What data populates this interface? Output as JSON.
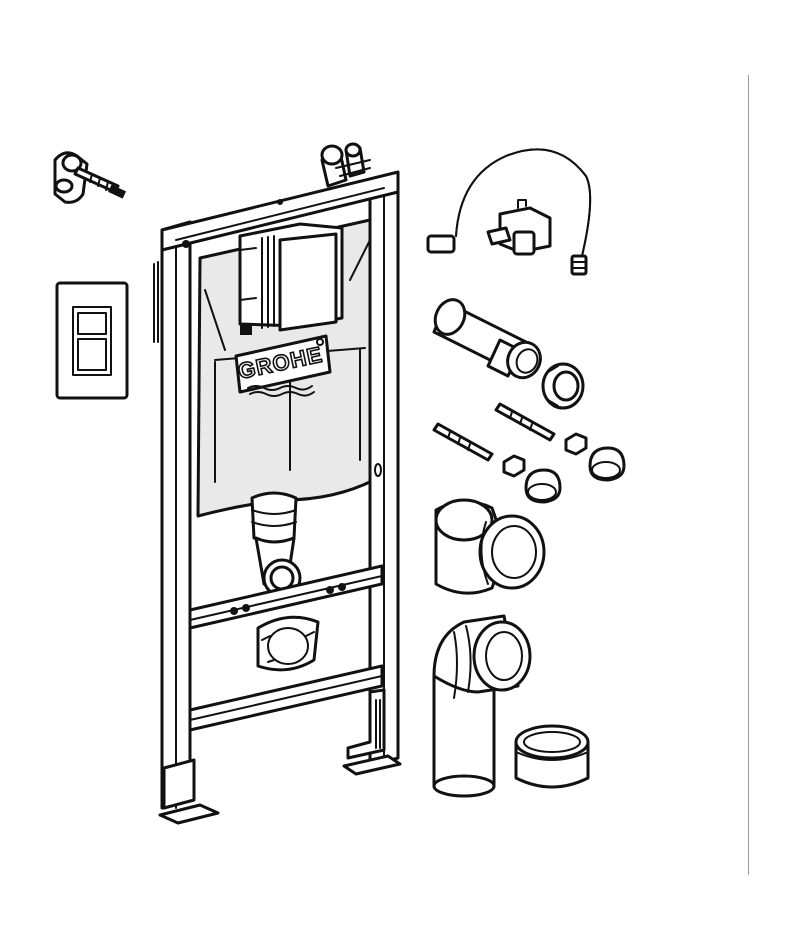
{
  "diagram": {
    "brand_logo_text": "GROHE",
    "parts": [
      {
        "id": "wall-anchors"
      },
      {
        "id": "flush-plate"
      },
      {
        "id": "installation-frame"
      },
      {
        "id": "flexible-water-hose"
      },
      {
        "id": "flush-pipe"
      },
      {
        "id": "pipe-seal"
      },
      {
        "id": "threaded-rods"
      },
      {
        "id": "nuts-and-caps"
      },
      {
        "id": "wc-connector-sleeve"
      },
      {
        "id": "elbow-drain-pipe"
      },
      {
        "id": "protective-cap"
      }
    ],
    "line_color": "#111111",
    "background_color": "#ffffff",
    "divider_color": "#9a9a9a"
  }
}
